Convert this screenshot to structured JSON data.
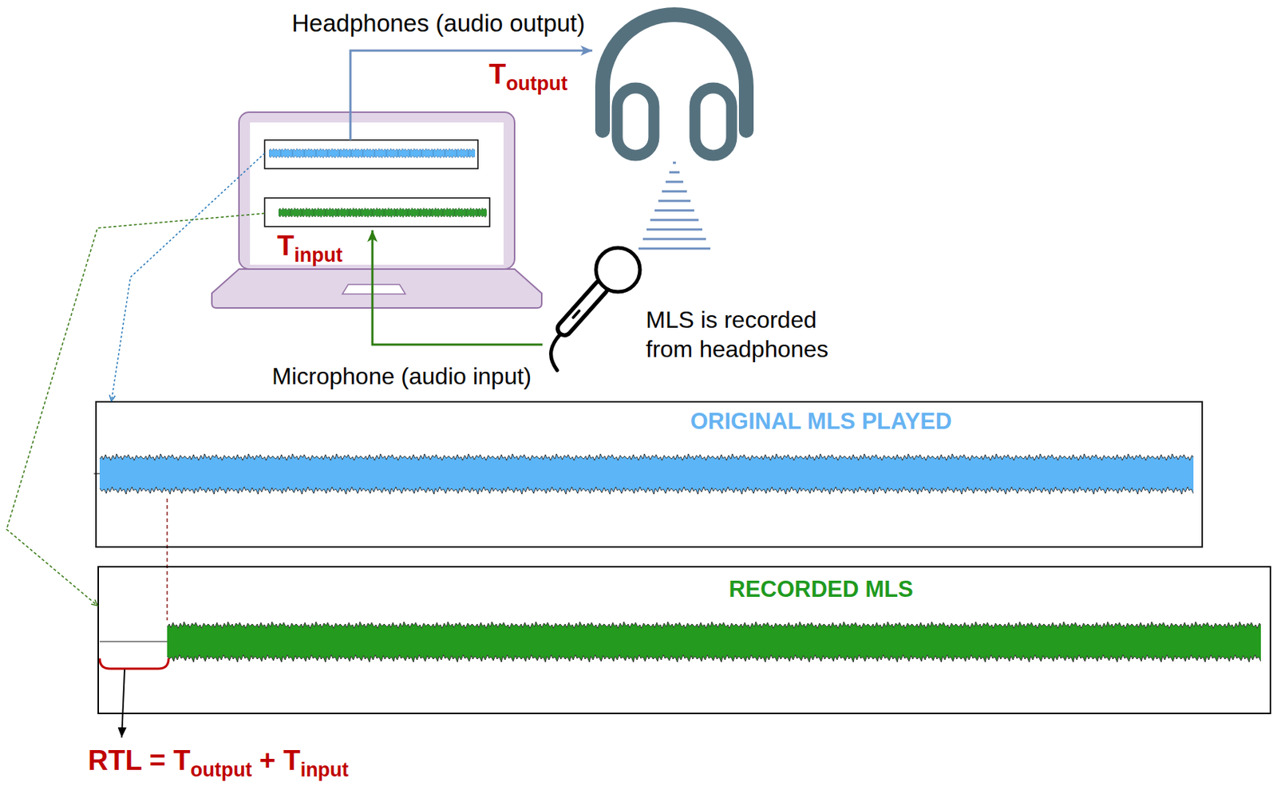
{
  "diagram": {
    "nodes": [
      {
        "text": [
          "Headphones (audio output)"
        ]
      },
      {
        "text": [
          "T",
          "input"
        ]
      },
      {
        "text": [
          "Microphone (audio input)",
          "MLS is recorded from headphones"
        ]
      },
      {
        "text": [
          "ORIGINAL MLS PLAYED"
        ]
      },
      {
        "text": [
          "RECORDED MLS"
        ]
      }
    ],
    "edges": [
      {
        "from": 1,
        "to": 0,
        "arrow": "to"
      },
      {
        "from": 2,
        "to": 1,
        "arrow": "to"
      },
      {
        "from": 1,
        "to": 3,
        "arrow": "to"
      },
      {
        "from": 1,
        "to": 4,
        "arrow": "to"
      }
    ],
    "labels": [
      "T",
      "output",
      "RTL = T",
      "output",
      "+ T",
      "input"
    ]
  }
}
